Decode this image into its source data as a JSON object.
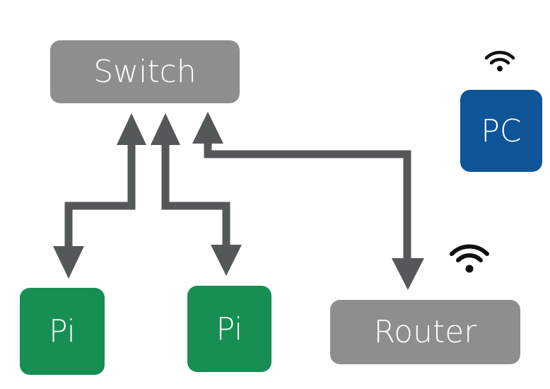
{
  "nodes": {
    "switch": {
      "label": "Switch"
    },
    "pc": {
      "label": "PC"
    },
    "pi_left": {
      "label": "Pi"
    },
    "pi_right": {
      "label": "Pi"
    },
    "router": {
      "label": "Router"
    }
  },
  "icons": {
    "pc_signal": "wifi-icon",
    "router_signal": "wifi-icon"
  },
  "colors": {
    "switch": "#8e8e8e",
    "router": "#8e8e8e",
    "pi": "#178f53",
    "pc": "#0e5598",
    "connector": "#555858",
    "wifi": "#111111"
  }
}
